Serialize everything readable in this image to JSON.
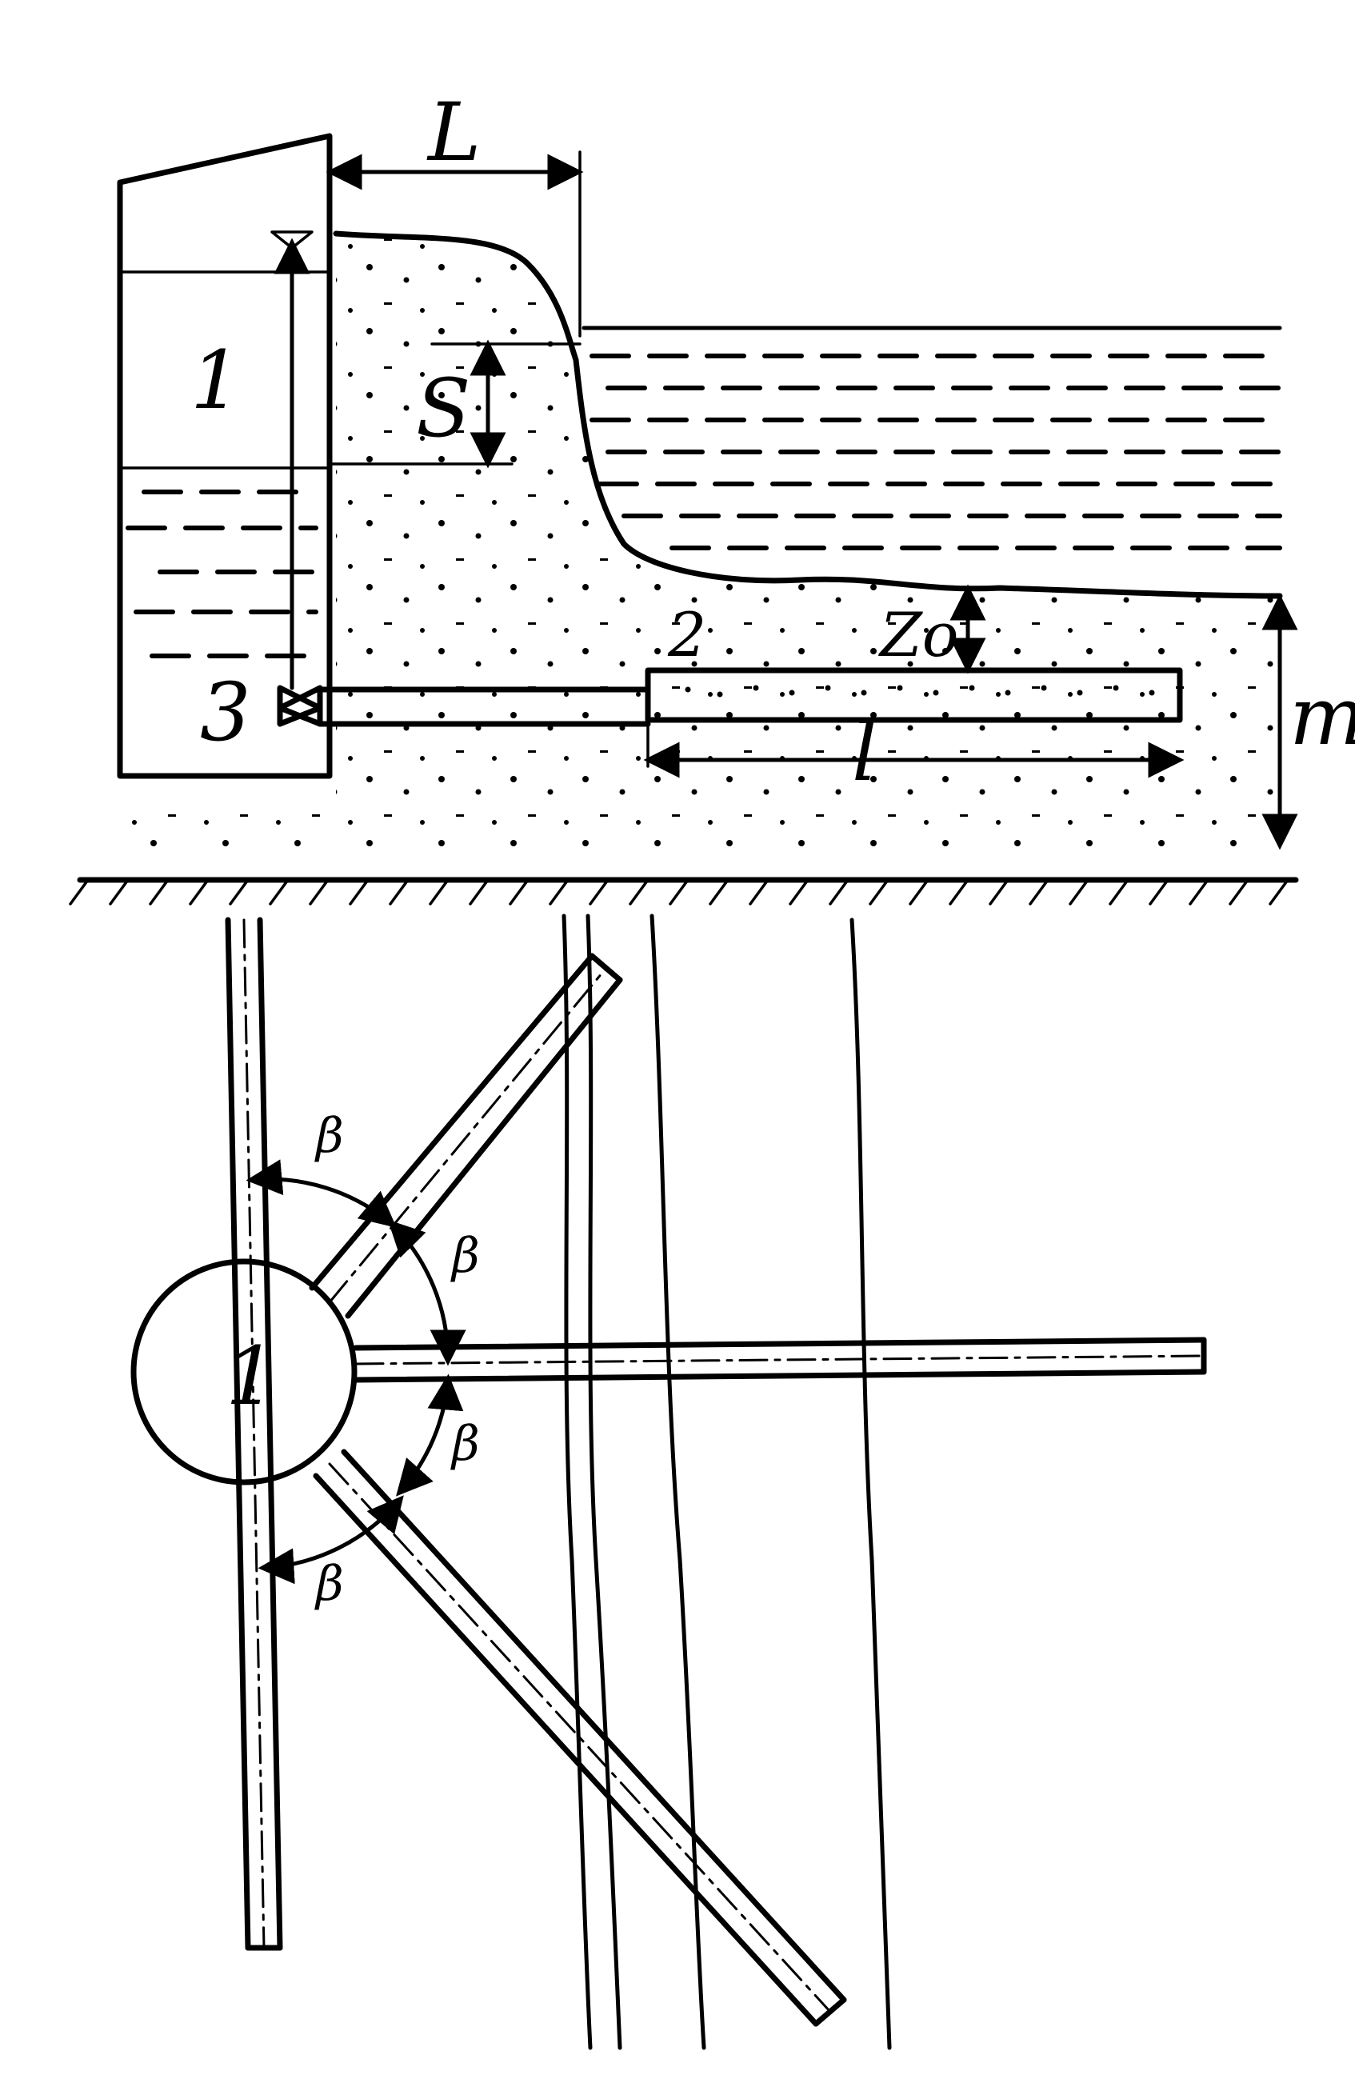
{
  "labels": {
    "reservoir_elevation": "1",
    "reservoir_plan": "1",
    "collector": "2",
    "valve": "3",
    "dist_L": "L",
    "dist_S": "S",
    "dist_Zo": "Zo",
    "dist_l": "l",
    "dist_m": "m",
    "angle_1": "β",
    "angle_2": "β",
    "angle_3": "β",
    "angle_4": "β"
  },
  "colors": {
    "ink": "#000000",
    "paper": "#ffffff"
  }
}
